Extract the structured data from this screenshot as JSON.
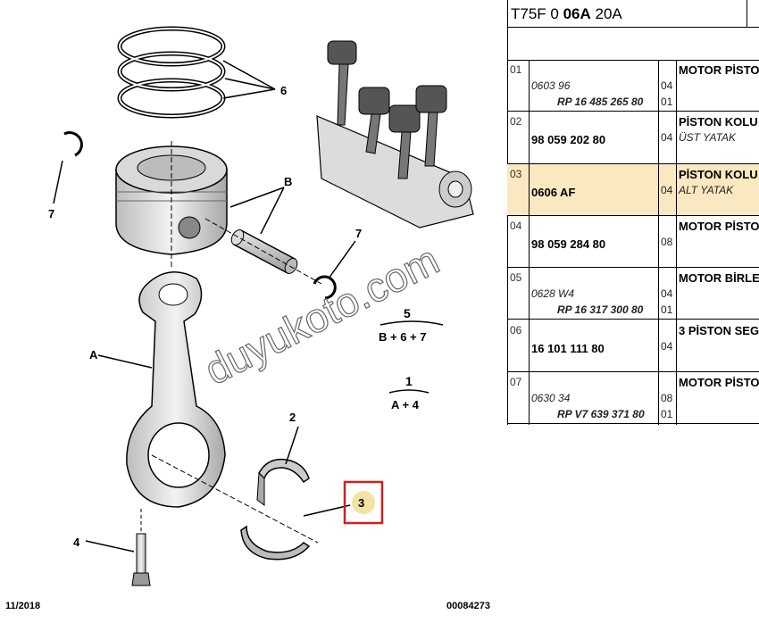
{
  "header": {
    "code_pre": "T75F 0 ",
    "code_bold": "06A",
    "code_post": " 20A"
  },
  "diagram": {
    "labels": {
      "l6": "6",
      "lB": "B",
      "l7a": "7",
      "l7b": "7",
      "l5": "5",
      "l5_formula": "B + 6 + 7",
      "l1": "1",
      "l1_formula": "A + 4",
      "lA": "A",
      "l2": "2",
      "l3": "3",
      "l4": "4"
    },
    "watermark": "duyukoto.com",
    "footer_date": "11/2018",
    "footer_code": "00084273"
  },
  "rows": [
    {
      "index": "01",
      "ref_italic": "0603 96",
      "ref_bold_italic": "RP 16 485 265 80",
      "qty1": "04",
      "qty2": "01",
      "desc": "MOTOR PİSTO",
      "desc_sub": ""
    },
    {
      "index": "02",
      "ref": "98 059 202 80",
      "qty1": "04",
      "desc": "PİSTON KOLU",
      "desc_sub": "ÜST YATAK"
    },
    {
      "index": "03",
      "ref": "0606 AF",
      "qty1": "04",
      "desc": "PİSTON KOLU",
      "desc_sub": "ALT YATAK",
      "highlight": true
    },
    {
      "index": "04",
      "ref": "98 059 284 80",
      "qty1": "08",
      "desc": "MOTOR PİSTO",
      "desc_sub": ""
    },
    {
      "index": "05",
      "ref_italic": "0628 W4",
      "ref_bold_italic": "RP 16 317 300 80",
      "qty1": "04",
      "qty2": "01",
      "desc": "MOTOR BİRLE",
      "desc_sub": ""
    },
    {
      "index": "06",
      "ref": "16 101 111 80",
      "qty1": "04",
      "desc": "3 PİSTON SEG",
      "desc_sub": ""
    },
    {
      "index": "07",
      "ref_italic": "0630 34",
      "ref_bold_italic": "RP V7 639 371 80",
      "qty1": "08",
      "qty2": "01",
      "desc": "MOTOR PİSTO",
      "desc_sub": ""
    }
  ],
  "colors": {
    "highlight_row": "#fae8c0",
    "callout_box": "#d21e1e"
  }
}
